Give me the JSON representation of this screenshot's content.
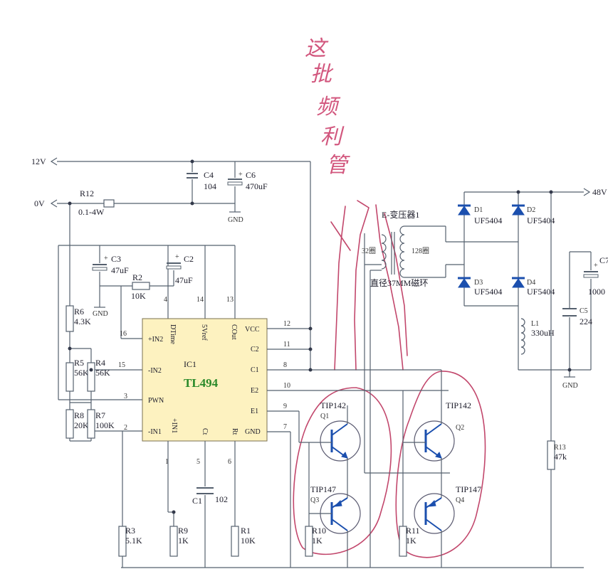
{
  "rails": {
    "v12": "12V",
    "v0": "0V",
    "v48": "48V"
  },
  "handwriting": [
    "这",
    "批",
    "频",
    "利",
    "管"
  ],
  "ic": {
    "designator": "IC1",
    "part": "TL494",
    "pins": {
      "p1": "1",
      "p2": "2",
      "p3": "3",
      "p4": "4",
      "p5": "5",
      "p6": "6",
      "p7": "7",
      "p8": "8",
      "p9": "9",
      "p10": "10",
      "p11": "11",
      "p12": "12",
      "p13": "13",
      "p14": "14",
      "p15": "15",
      "p16": "16"
    },
    "labels": {
      "in2p": "+IN2",
      "in2n": "-IN2",
      "pwn": "PWN",
      "in1n": "-IN1",
      "dtime": "DTime",
      "vref": "5Vref",
      "cout": "COut",
      "in1p": "+IN1",
      "ct": "Ct",
      "rt": "Rt",
      "vcc": "VCC",
      "c2": "C2",
      "c1": "C1",
      "e2": "E2",
      "e1": "E1",
      "gnd": "GND"
    }
  },
  "components": {
    "r12": {
      "ref": "R12",
      "val": "0.1-4W"
    },
    "c4": {
      "ref": "C4",
      "val": "104"
    },
    "c6": {
      "ref": "C6",
      "val": "470uF"
    },
    "c3": {
      "ref": "C3",
      "val": "47uF"
    },
    "c2": {
      "ref": "C2",
      "val": "47uF"
    },
    "r2": {
      "ref": "R2",
      "val": "10K"
    },
    "r6": {
      "ref": "R6",
      "val": "4.3K"
    },
    "r5": {
      "ref": "R5",
      "val": "56K"
    },
    "r4": {
      "ref": "R4",
      "val": "56K"
    },
    "r8": {
      "ref": "R8",
      "val": "20K"
    },
    "r7": {
      "ref": "R7",
      "val": "100K"
    },
    "c1": {
      "ref": "C1",
      "val": "102"
    },
    "r3": {
      "ref": "R3",
      "val": "5.1K"
    },
    "r9": {
      "ref": "R9",
      "val": "1K"
    },
    "r1": {
      "ref": "R1",
      "val": "10K"
    },
    "q1": {
      "ref": "Q1",
      "val": "TIP142"
    },
    "q2": {
      "ref": "Q2",
      "val": "TIP142"
    },
    "q3": {
      "ref": "Q3",
      "val": "TIP147"
    },
    "q4": {
      "ref": "Q4",
      "val": "TIP147"
    },
    "r10": {
      "ref": "R10",
      "val": "1K"
    },
    "r11": {
      "ref": "R11",
      "val": "1K"
    },
    "d1": {
      "ref": "D1",
      "val": "UF5404"
    },
    "d2": {
      "ref": "D2",
      "val": "UF5404"
    },
    "d3": {
      "ref": "D3",
      "val": "UF5404"
    },
    "d4": {
      "ref": "D4",
      "val": "UF5404"
    },
    "l1": {
      "ref": "L1",
      "val": "330uH"
    },
    "c5": {
      "ref": "C5",
      "val": "224"
    },
    "c7": {
      "ref": "C7",
      "val": "1000"
    },
    "r13": {
      "ref": "R13",
      "val": "47k"
    }
  },
  "transformer": {
    "title": "E-变压器1",
    "primary": "32圈",
    "secondary": "128圈",
    "core": "直径37MM磁环"
  },
  "gnd": "GND",
  "colors": {
    "wire": "#55606e",
    "handwriting": "#d2577e",
    "diode": "#1b4fae",
    "chip_text": "#2a8a2a",
    "ic_body": "#fdf2c0"
  }
}
